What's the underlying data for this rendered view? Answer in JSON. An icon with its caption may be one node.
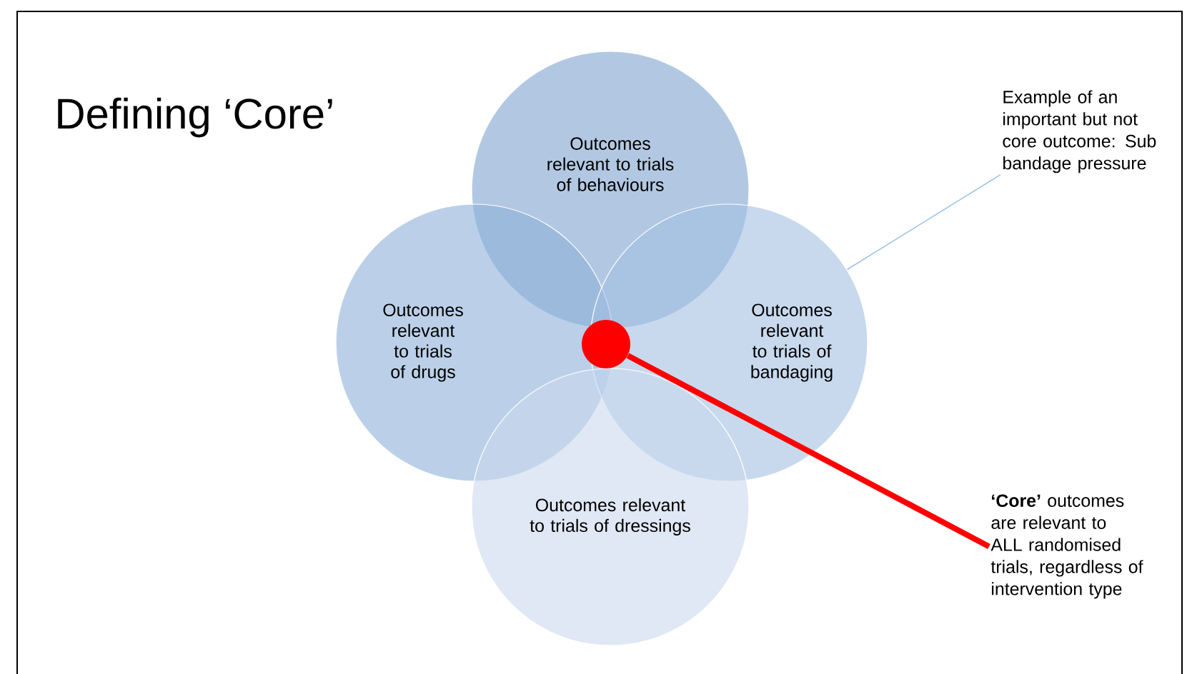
{
  "diagram": {
    "title": "Defining ‘Core’",
    "nodes": [
      {
        "text": [
          "Outcomes relevant to trials of behaviours"
        ]
      },
      {
        "text": [
          "Outcomes relevant to trials of drugs"
        ]
      },
      {
        "text": [
          "Outcomes relevant to trials of bandaging"
        ]
      },
      {
        "text": [
          "Outcomes relevant to trials of dressings"
        ]
      },
      {
        "text": [],
        "shape": "circle"
      },
      {
        "text": [
          "Example of an important but not core outcome: Sub bandage pressure"
        ]
      },
      {
        "text": [
          "**‘Core’** outcomes are relevant to ALL randomised trials, regardless of intervention type"
        ]
      }
    ],
    "edges": [
      {
        "from": 5,
        "to": 2,
        "arrow": "none",
        "color": "#9dc3e6"
      },
      {
        "from": 6,
        "to": 4,
        "arrow": "none",
        "style": "thick",
        "color": "#ff0000"
      }
    ]
  }
}
